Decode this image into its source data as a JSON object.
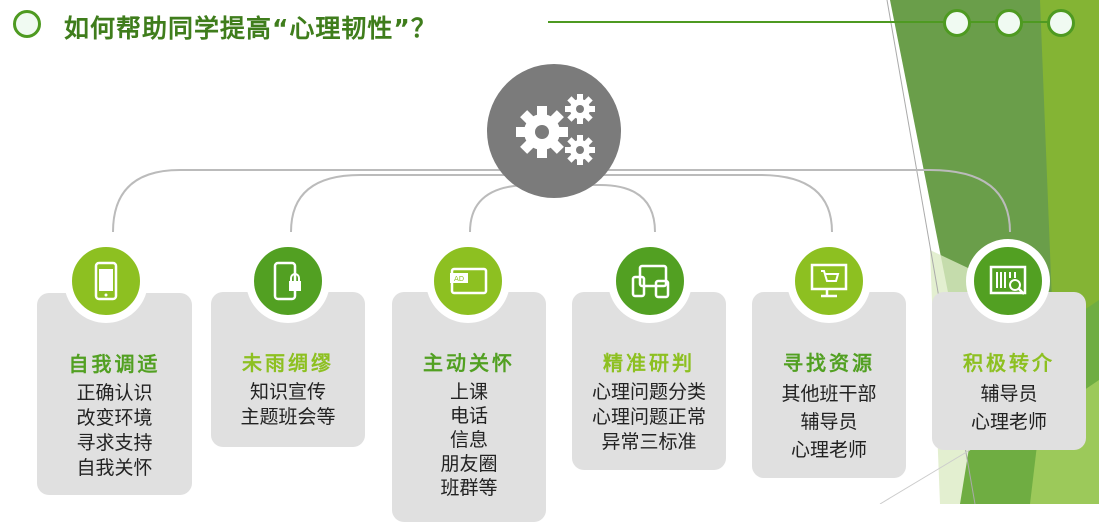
{
  "title": "如何帮助同学提高“心理韧性”？",
  "colors": {
    "light": "#8dc021",
    "dark": "#52a022",
    "gear": "#7b7b7b"
  },
  "cards": [
    {
      "title": "自我调适",
      "icon": "smartphone-icon",
      "items": [
        "正确认识",
        "改变环境",
        "寻求支持",
        "自我关怀"
      ]
    },
    {
      "title": "未雨绸缪",
      "icon": "phone-lock-icon",
      "items": [
        "知识宣传",
        "主题班会等"
      ]
    },
    {
      "title": "主动关怀",
      "icon": "tablet-ad-icon",
      "items": [
        "上课",
        "电话",
        "信息",
        "朋友圈",
        "班群等"
      ]
    },
    {
      "title": "精准研判",
      "icon": "devices-icon",
      "items": [
        "心理问题分类",
        "心理问题正常",
        "异常三标准"
      ]
    },
    {
      "title": "寻找资源",
      "icon": "cart-monitor-icon",
      "items": [
        "其他班干部",
        "辅导员",
        "心理老师"
      ]
    },
    {
      "title": "积极转介",
      "icon": "barcode-search-icon",
      "items": [
        "辅导员",
        "心理老师"
      ]
    }
  ]
}
